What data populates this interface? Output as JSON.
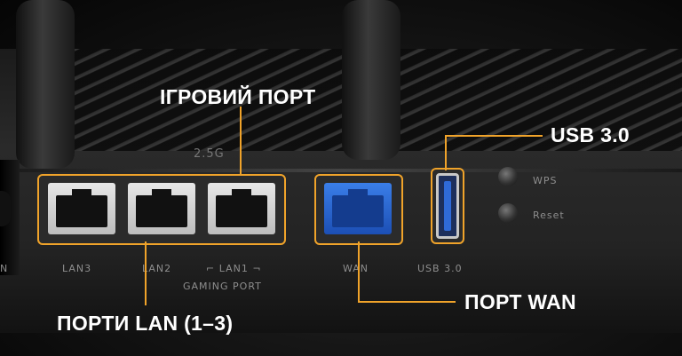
{
  "callouts": {
    "gaming_port": "ІГРОВИЙ ПОРТ",
    "usb": "USB 3.0",
    "wan": "ПОРТ WAN",
    "lan": "ПОРТИ LAN (1–3)"
  },
  "silkscreen": {
    "speed": "2.5G",
    "lan3": "LAN3",
    "lan2": "LAN2",
    "lan1": "⌐ LAN1 ¬",
    "gaming_port": "GAMING PORT",
    "wan": "WAN",
    "usb": "USB 3.0",
    "wps": "WPS",
    "reset": "Reset",
    "edge_fragment": "N"
  },
  "colors": {
    "accent": "#f0a32a",
    "wan_port": "#2f6ad8",
    "callout_text": "#ffffff"
  },
  "icons": {
    "lan_port": "ethernet-port-icon",
    "wan_port": "ethernet-port-icon",
    "usb_port": "usb-port-icon",
    "buttons": "round-button-icon"
  }
}
